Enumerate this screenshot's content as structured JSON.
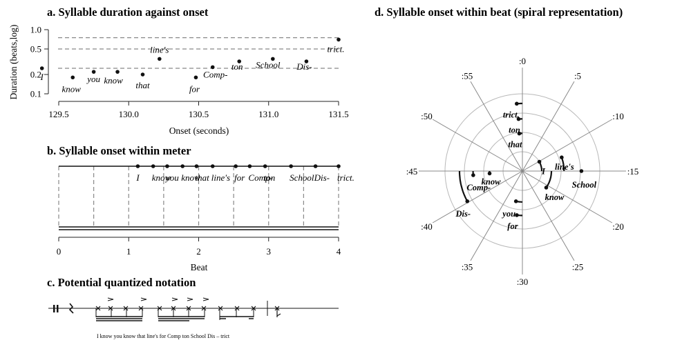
{
  "figure": {
    "titles": {
      "a": "a. Syllable duration against onset",
      "b": "b. Syllable onset within meter",
      "c": "c. Potential quantized notation",
      "d": "d. Syllable onset within beat (spiral representation)"
    },
    "notation_lyrics": "I  know you know that line's for Comp ton School Dis  –  trict"
  },
  "chart_data": [
    {
      "panel": "a",
      "type": "scatter",
      "title": "a. Syllable duration against onset",
      "xlabel": "Onset (seconds)",
      "ylabel": "Duration (beats,log)",
      "xlim": [
        129.35,
        131.55
      ],
      "ylim": [
        0.1,
        1.0
      ],
      "log_y": true,
      "xticks": [
        "129.5",
        "130.0",
        "130.5",
        "131.0",
        "131.5"
      ],
      "yticks": [
        "1.0",
        "0.5",
        "0.2",
        "0.1"
      ],
      "reference_lines": [
        0.25,
        0.5,
        0.75
      ],
      "points": [
        {
          "label": "I",
          "x": 129.38,
          "y": 0.25
        },
        {
          "label": "know",
          "x": 129.6,
          "y": 0.18
        },
        {
          "label": "you",
          "x": 129.75,
          "y": 0.22
        },
        {
          "label": "know",
          "x": 129.92,
          "y": 0.22
        },
        {
          "label": "that",
          "x": 130.1,
          "y": 0.2
        },
        {
          "label": "line's",
          "x": 130.22,
          "y": 0.35
        },
        {
          "label": "for",
          "x": 130.48,
          "y": 0.18
        },
        {
          "label": "Comp-",
          "x": 130.6,
          "y": 0.26
        },
        {
          "label": "ton",
          "x": 130.79,
          "y": 0.32
        },
        {
          "label": "School",
          "x": 131.03,
          "y": 0.35
        },
        {
          "label": "Dis-",
          "x": 131.27,
          "y": 0.32
        },
        {
          "label": "trict.",
          "x": 131.5,
          "y": 0.7
        }
      ]
    },
    {
      "panel": "b",
      "type": "scatter",
      "title": "b. Syllable onset within meter",
      "xlabel": "Beat",
      "xlim": [
        0,
        4
      ],
      "xticks": [
        "0",
        "1",
        "2",
        "3",
        "4"
      ],
      "gridlines": [
        0,
        0.5,
        1,
        1.5,
        2,
        2.5,
        3,
        3.5,
        4
      ],
      "words": [
        "I",
        "know",
        "you",
        "know",
        "that",
        "line's",
        "for",
        "Comp-",
        "ton",
        "School",
        "Dis-",
        "trict."
      ],
      "onsets": [
        1.13,
        1.35,
        1.55,
        1.77,
        1.97,
        2.2,
        2.53,
        2.73,
        2.95,
        3.32,
        3.67,
        4.0
      ]
    },
    {
      "panel": "d",
      "type": "scatter",
      "title": "d. Syllable onset within beat (spiral representation)",
      "angle_labels": [
        ":0",
        ":5",
        ":10",
        ":15",
        ":20",
        ":25",
        ":30",
        ":35",
        ":40",
        ":45",
        ":50",
        ":55"
      ],
      "points": [
        {
          "label": "I",
          "onset_sixtieths": 10.2,
          "ring": 1.0
        },
        {
          "label": "know",
          "onset_sixtieths": 20.8,
          "ring": 1.5
        },
        {
          "label": "you",
          "onset_sixtieths": 32,
          "ring": 1.6
        },
        {
          "label": "know",
          "onset_sixtieths": 44.3,
          "ring": 1.7
        },
        {
          "label": "that",
          "onset_sixtieths": 59.2,
          "ring": 1.95
        },
        {
          "label": "line's",
          "onset_sixtieths": 11.8,
          "ring": 2.15
        },
        {
          "label": "for",
          "onset_sixtieths": 31.2,
          "ring": 2.3
        },
        {
          "label": "Comp-",
          "onset_sixtieths": 44.2,
          "ring": 2.55
        },
        {
          "label": "ton",
          "onset_sixtieths": 59.3,
          "ring": 2.7
        },
        {
          "label": "School",
          "onset_sixtieths": 15,
          "ring": 3.05
        },
        {
          "label": "Dis-",
          "onset_sixtieths": 40.2,
          "ring": 3.25
        },
        {
          "label": "trict.",
          "onset_sixtieths": 59.2,
          "ring": 3.5
        }
      ]
    }
  ]
}
